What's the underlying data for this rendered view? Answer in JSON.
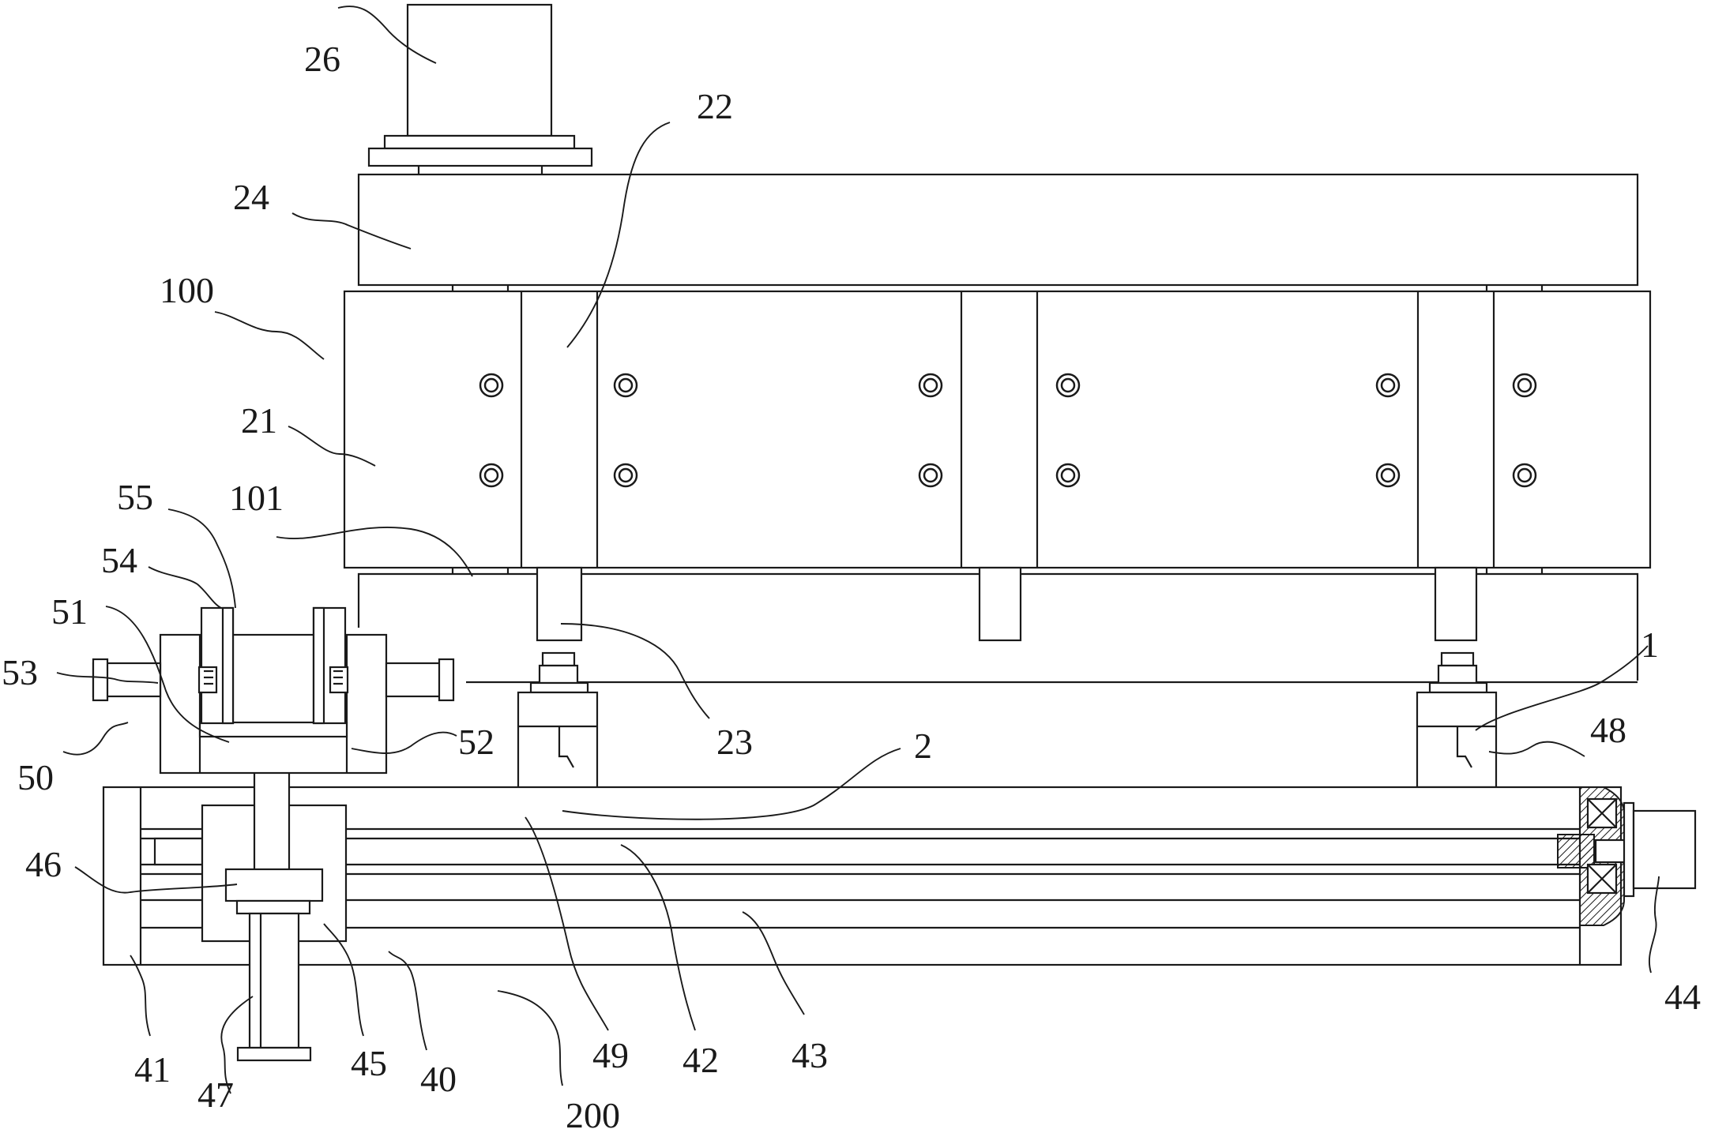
{
  "figure": {
    "labels": [
      {
        "id": "26",
        "text": "26"
      },
      {
        "id": "22",
        "text": "22"
      },
      {
        "id": "24",
        "text": "24"
      },
      {
        "id": "100",
        "text": "100"
      },
      {
        "id": "21",
        "text": "21"
      },
      {
        "id": "55",
        "text": "55"
      },
      {
        "id": "101",
        "text": "101"
      },
      {
        "id": "54",
        "text": "54"
      },
      {
        "id": "51",
        "text": "51"
      },
      {
        "id": "53",
        "text": "53"
      },
      {
        "id": "23",
        "text": "23"
      },
      {
        "id": "1",
        "text": "1"
      },
      {
        "id": "52",
        "text": "52"
      },
      {
        "id": "2",
        "text": "2"
      },
      {
        "id": "48",
        "text": "48"
      },
      {
        "id": "50",
        "text": "50"
      },
      {
        "id": "46",
        "text": "46"
      },
      {
        "id": "44",
        "text": "44"
      },
      {
        "id": "49",
        "text": "49"
      },
      {
        "id": "42",
        "text": "42"
      },
      {
        "id": "43",
        "text": "43"
      },
      {
        "id": "41",
        "text": "41"
      },
      {
        "id": "45",
        "text": "45"
      },
      {
        "id": "40",
        "text": "40"
      },
      {
        "id": "47",
        "text": "47"
      },
      {
        "id": "200",
        "text": "200"
      }
    ]
  }
}
